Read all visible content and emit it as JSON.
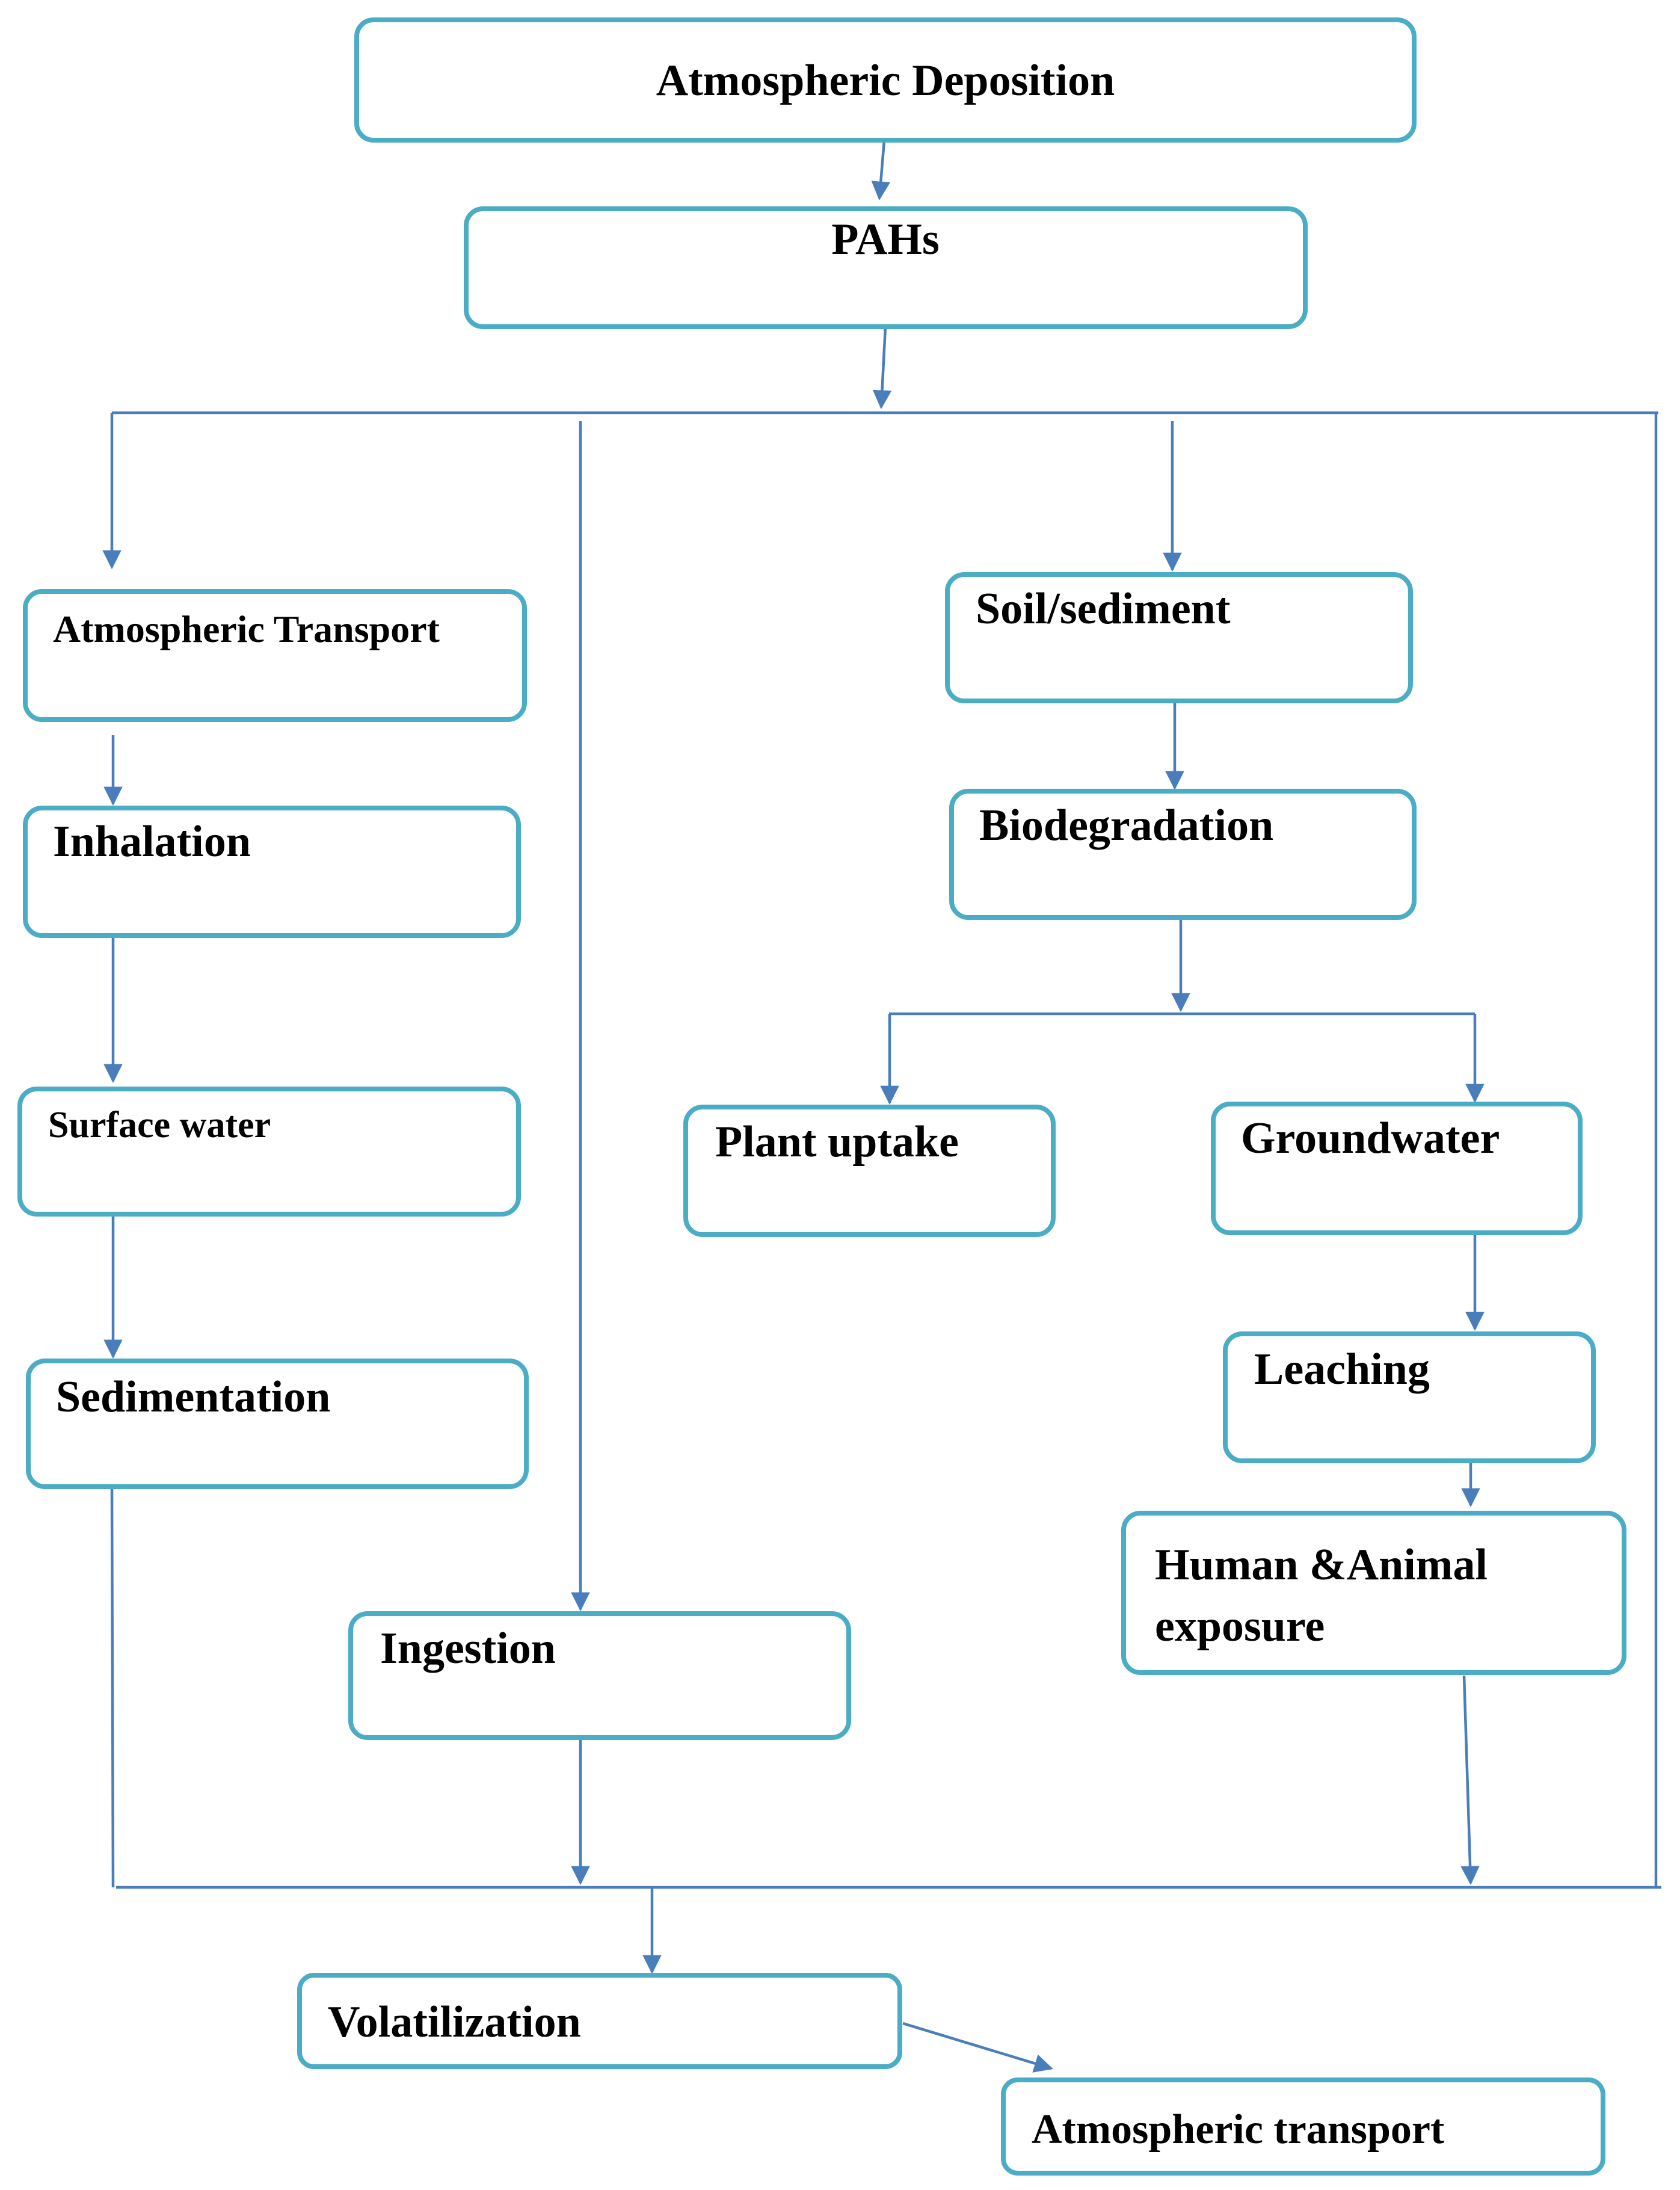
{
  "diagram": {
    "nodes": {
      "atmospheric_deposition": "Atmospheric Deposition",
      "pahs": "PAHs",
      "atmospheric_transport_upper": "Atmospheric Transport",
      "inhalation": "Inhalation",
      "surface_water": "Surface water",
      "sedimentation": "Sedimentation",
      "soil_sediment": "Soil/sediment",
      "biodegradation": "Biodegradation",
      "plant_uptake": "Plant uptake",
      "groundwater": "Groundwater",
      "leaching": "Leaching",
      "human_animal_exposure_line1": "Human &Animal",
      "human_animal_exposure_line2": "exposure",
      "ingestion": "Ingestion",
      "volatilization": "Volatilization",
      "atmospheric_transport_lower": "Atmospheric transport"
    },
    "colors": {
      "box_border": "#4bacc6",
      "connector": "#4a7ebb",
      "text": "#000000"
    }
  }
}
